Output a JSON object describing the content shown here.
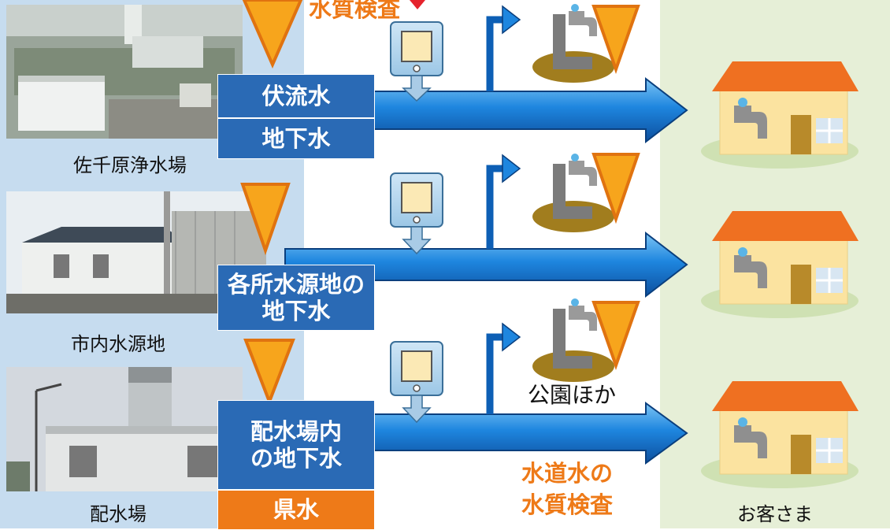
{
  "sources": [
    {
      "caption": "佐千原浄水場",
      "labels": [
        "伏流水",
        "地下水"
      ]
    },
    {
      "caption": "市内水源地",
      "labels": [
        "各所水源地の\n地下水"
      ]
    },
    {
      "caption": "配水場",
      "labels": [
        "配水場内\nの地下水",
        "県水"
      ]
    }
  ],
  "top_note": "水質検査",
  "bottom_note_line1": "水道水の",
  "bottom_note_line2": "水質検査",
  "park_label": "公園ほか",
  "customers_label": "お客さま",
  "colors": {
    "left_bg": "#c6dcef",
    "right_bg": "#e6efd7",
    "label_blue": "#2a6ab5",
    "label_orange": "#ee7a18",
    "arrow_blue": "#1c7fd8",
    "warning_triangle": "#f7a51c",
    "note_orange": "#ee7a18",
    "roof_orange": "#ef7021",
    "house_wall": "#fbe3a0"
  },
  "icons": [
    "photo-treatment-plant",
    "photo-water-source",
    "photo-distribution-station",
    "monitor-icon",
    "faucet-icon",
    "warning-triangle-icon",
    "house-icon",
    "flow-arrow"
  ]
}
